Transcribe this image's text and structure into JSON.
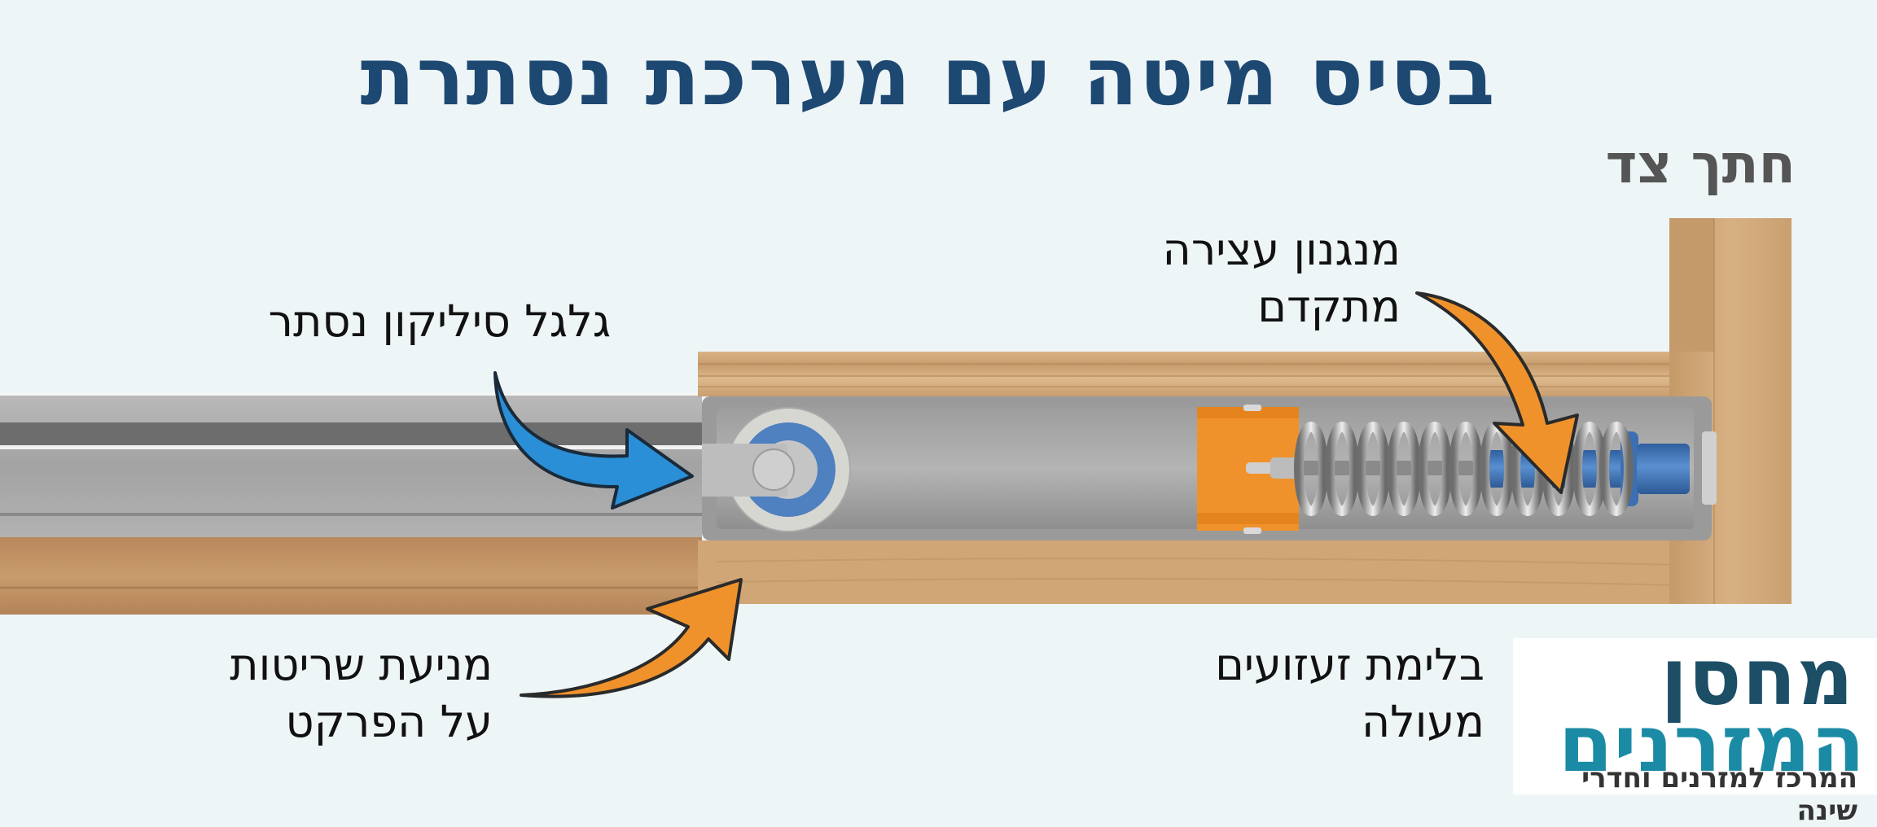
{
  "title": "בסיס מיטה עם מערכת נסתרת",
  "subtitle": "חתך צד",
  "labels": {
    "silicone_wheel": "גלגל סיליקון נסתר",
    "braking_mechanism_line1": "מנגנון עצירה",
    "braking_mechanism_line2": "מתקדם",
    "floor_protection_line1": "מניעת שריטות",
    "floor_protection_line2": "על הפרקט",
    "vibration_absorb_line1": "בלימת זעזועים",
    "vibration_absorb_line2": "מעולה"
  },
  "logo": {
    "line1": "מחסן",
    "line2": "המזרנים",
    "tagline": "המרכז למזרנים וחדרי שינה"
  },
  "colors": {
    "title": "#1d4872",
    "subtitle": "#555555",
    "arrow_blue": "#2a8fd6",
    "arrow_orange": "#f0922b",
    "wood": "#d2a877",
    "metal": "#a9a9a9",
    "spring_rod_blue": "#3f6fb0",
    "stopper_orange": "#f0922b",
    "logo_dark": "#1c4e66",
    "logo_teal": "#1b8ba5"
  }
}
